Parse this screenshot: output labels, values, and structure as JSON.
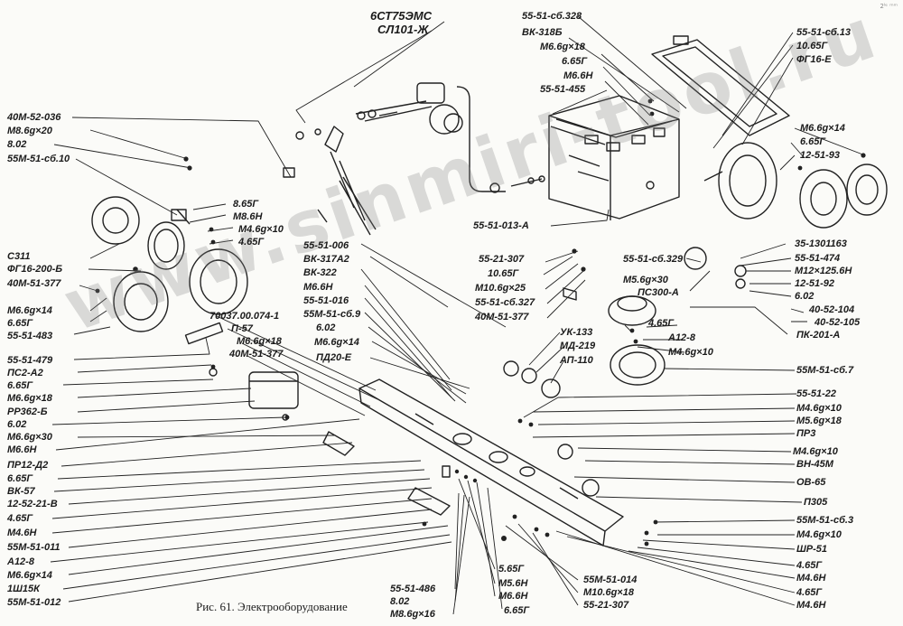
{
  "figure": {
    "caption": "Рис. 61. Электрооборудование",
    "watermark": "www.sinmiri-tool.ru",
    "corner_mark": "2ˡᵉ ᵐᵐ"
  },
  "labels": [
    "6СТ75ЭМС",
    "СЛ101-Ж",
    "55-51-сб.328",
    "ВК-318Б",
    "М6.6g×18",
    "6.65Г",
    "М6.6Н",
    "55-51-455",
    "55-51-сб.13",
    "10.65Г",
    "ФГ16-Е",
    "40М-52-036",
    "М8.6g×20",
    "8.02",
    "55М-51-сб.10",
    "8.65Г",
    "М8.6Н",
    "М4.6g×10",
    "4.65Г",
    "М6.6g×14",
    "6.65Г",
    "12-51-93",
    "55-51-013-А",
    "С311",
    "ФГ16-200-Б",
    "40М-51-377",
    "55-51-006",
    "ВК-317А2",
    "ВК-322",
    "М6.6Н",
    "55-51-016",
    "55М-51-сб.9",
    "6.02",
    "М6.6g×14",
    "ПД20-Е",
    "55-21-307",
    "10.65Г",
    "М10.6g×25",
    "55-51-сб.327",
    "40М-51-377",
    "55-51-сб.329",
    "М5.6g×30",
    "ПС300-А",
    "35-1301163",
    "55-51-474",
    "М12×125.6Н",
    "12-51-92",
    "6.02",
    "40-52-104",
    "40-52-105",
    "ПК-201-А",
    "М6.6g×14",
    "6.65Г",
    "55-51-483",
    "70037.00.074-1",
    "П-57",
    "М6.6g×18",
    "40М-51-377",
    "4.65Г",
    "А12-8",
    "М4.6g×10",
    "УК-133",
    "МД-219",
    "АП-110",
    "55М-51-сб.7",
    "55-51-479",
    "ПС2-А2",
    "6.65Г",
    "М6.6g×18",
    "РР362-Б",
    "6.02",
    "М6.6g×30",
    "М6.6Н",
    "ПР12-Д2",
    "6.65Г",
    "ВК-57",
    "12-52-21-В",
    "4.65Г",
    "М4.6Н",
    "55М-51-011",
    "А12-8",
    "М6.6g×14",
    "1Ш15К",
    "55М-51-012",
    "55-51-22",
    "М4.6g×10",
    "М5.6g×18",
    "ПР3",
    "М4.6g×10",
    "ВН-45М",
    "ОВ-65",
    "П305",
    "55М-51-сб.3",
    "М4.6g×10",
    "ШР-51",
    "4.65Г",
    "М4.6Н",
    "4.65Г",
    "М4.6Н",
    "5.65Г",
    "М5.6Н",
    "М6.6Н",
    "6.65Г",
    "55-51-486",
    "8.02",
    "М8.6g×16",
    "55М-51-014",
    "М10.6g×18",
    "55-21-307"
  ]
}
